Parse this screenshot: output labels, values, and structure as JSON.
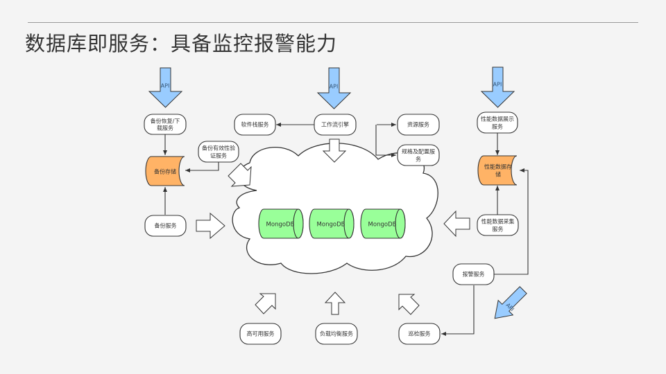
{
  "slide": {
    "title": "数据库即服务：具备监控报警能力"
  },
  "diagram": {
    "api_label": "API",
    "colors": {
      "api_arrow": "#99ccff",
      "storage": "#ffb366",
      "mongodb": "#99ff99",
      "cloud": "#ffffff",
      "node_fill": "#ffffff",
      "stroke": "#333333"
    },
    "nodes": {
      "backup_restore": [
        "备份恢复/下",
        "载服务"
      ],
      "backup_verify": [
        "备份有效性验",
        "证服务"
      ],
      "backup_storage": [
        "备份存储"
      ],
      "backup_service": [
        "备份服务"
      ],
      "software_stack": [
        "软件栈服务"
      ],
      "workflow_engine": [
        "工作流引擎"
      ],
      "resource_service": [
        "资源服务"
      ],
      "spec_config": [
        "规格及配置服",
        "务"
      ],
      "perf_display": [
        "性能数据展示",
        "服务"
      ],
      "perf_storage": [
        "性能数据存",
        "储"
      ],
      "perf_collect": [
        "性能数据采集",
        "服务"
      ],
      "alarm_service": [
        "报警服务"
      ],
      "high_availability": [
        "高可用服务"
      ],
      "load_balance": [
        "负载均衡服务"
      ],
      "inspection": [
        "巡检服务"
      ]
    },
    "databases": [
      "MongoDB",
      "MongoDB",
      "MongoDB"
    ]
  }
}
